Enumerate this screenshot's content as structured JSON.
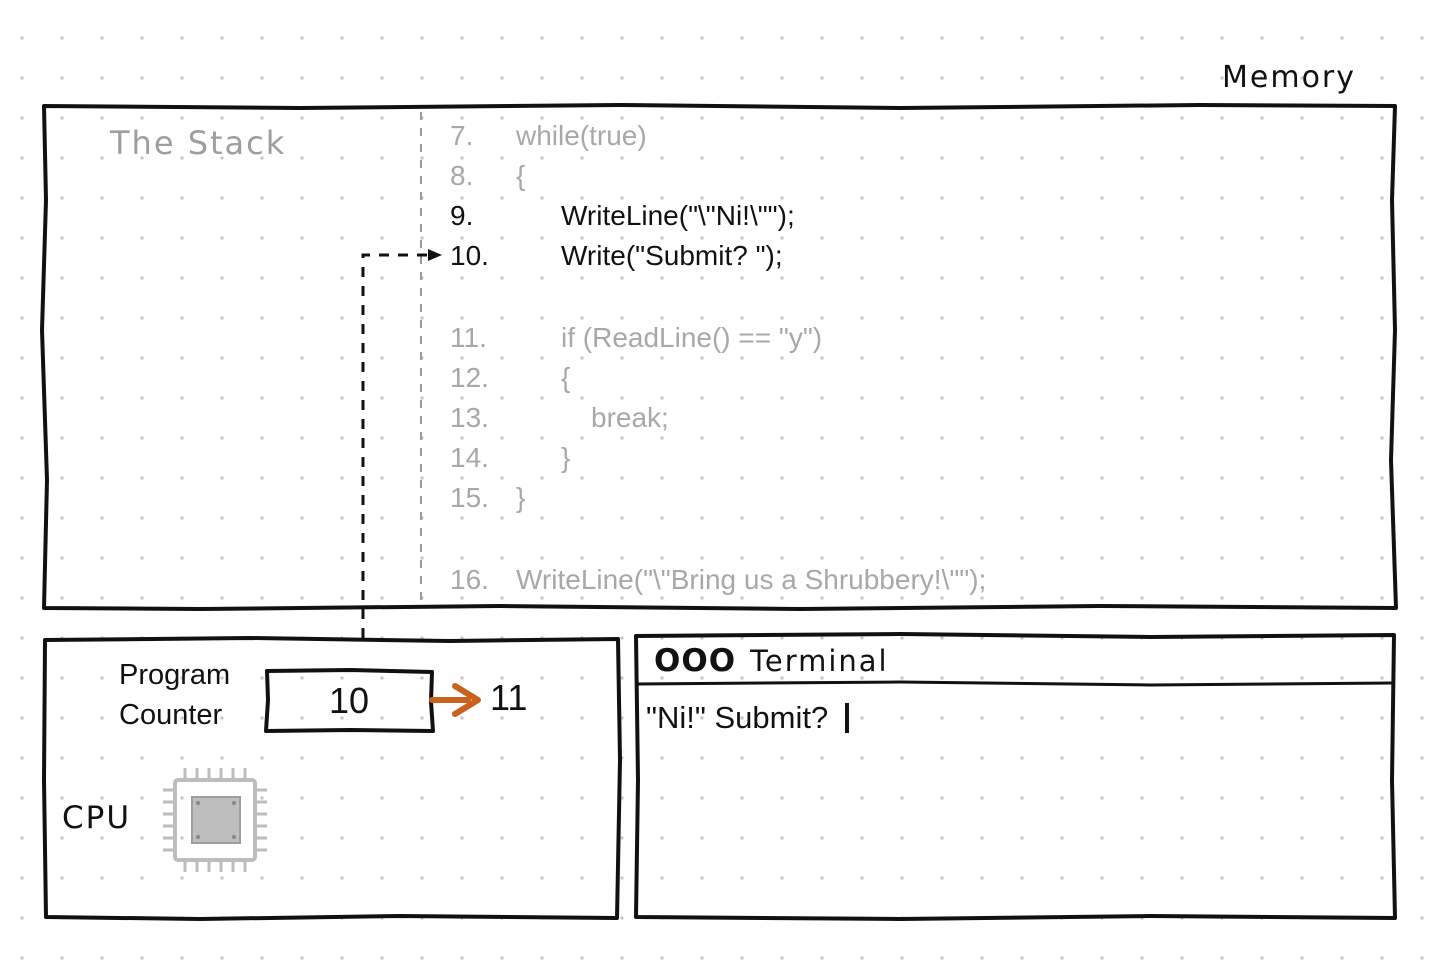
{
  "memory": {
    "label": "Memory",
    "stack_label": "The Stack"
  },
  "code": [
    {
      "num": "7.",
      "text": "while(true)",
      "indent": 0,
      "active": false
    },
    {
      "num": "8.",
      "text": "{",
      "indent": 0,
      "active": false
    },
    {
      "num": "9.",
      "text": "WriteLine(\"\\\"Ni!\\\"\");",
      "indent": 1,
      "active": true
    },
    {
      "num": "10.",
      "text": "Write(\"Submit? \");",
      "indent": 1,
      "active": true
    },
    {
      "num": "11.",
      "text": "if (ReadLine() == \"y\")",
      "indent": 1,
      "active": false
    },
    {
      "num": "12.",
      "text": "{",
      "indent": 1,
      "active": false
    },
    {
      "num": "13.",
      "text": "break;",
      "indent": 2,
      "active": false
    },
    {
      "num": "14.",
      "text": "}",
      "indent": 1,
      "active": false
    },
    {
      "num": "15.",
      "text": "}",
      "indent": 0,
      "active": false
    },
    {
      "num": "16.",
      "text": "WriteLine(\"\\\"Bring us a Shrubbery!\\\"\");",
      "indent": 0,
      "active": false
    }
  ],
  "cpu": {
    "label": "CPU",
    "pc_label": "Program Counter",
    "pc_label_line1": "Program",
    "pc_label_line2": "Counter",
    "pc_value": "10",
    "pc_next": "11",
    "chip_icon": "cpu-chip-icon",
    "arrow_color": "#c8621e"
  },
  "terminal": {
    "title_icon": "OOO",
    "title": "Terminal",
    "output": "\"Ni!\" Submit? "
  },
  "colors": {
    "ink": "#111111",
    "faded": "#a8a8a8",
    "accent": "#c8621e",
    "chip_gray": "#bdbdbd"
  }
}
